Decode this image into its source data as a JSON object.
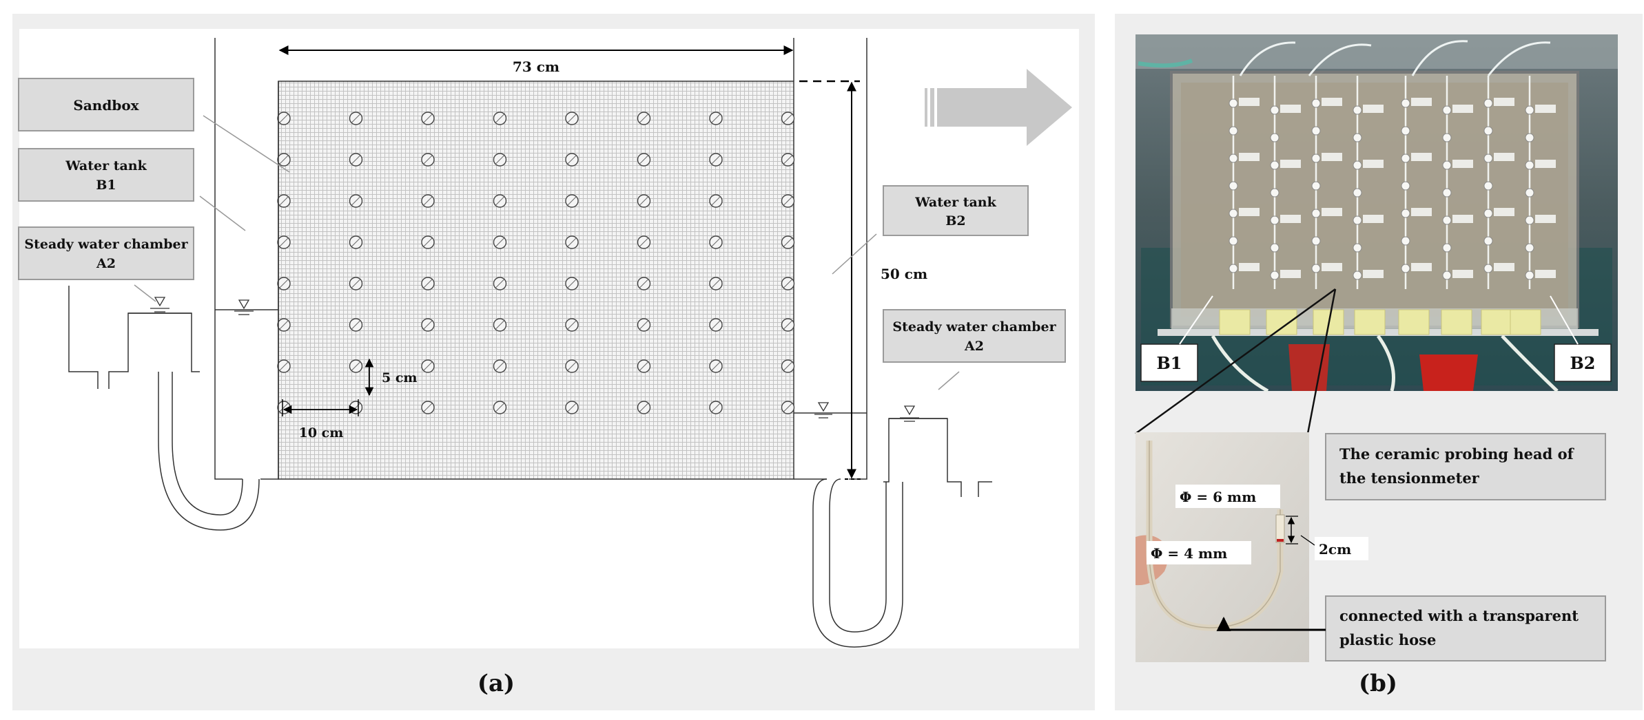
{
  "panel_a": {
    "caption": "(a)",
    "labels": {
      "sandbox": "Sandbox",
      "tank_b1_line1": "Water tank",
      "tank_b1_line2": "B1",
      "chamber_left_line1": "Steady water chamber",
      "chamber_left_line2": "A2",
      "tank_b2_line1": "Water tank",
      "tank_b2_line2": "B2",
      "chamber_right_line1": "Steady water chamber",
      "chamber_right_line2": "A2"
    },
    "dimensions": {
      "width": "73 cm",
      "height": "50 cm",
      "vertical_spacing": "5 cm",
      "horizontal_spacing": "10 cm"
    },
    "grid": {
      "columns": 8,
      "rows": 8
    }
  },
  "panel_b": {
    "caption": "(b)",
    "photo_labels": {
      "left": "B1",
      "right": "B2"
    },
    "probe": {
      "title_line1": "The ceramic probing head of",
      "title_line2": "the tensionmeter",
      "diameter_outer": "Φ = 6 mm",
      "diameter_inner": "Φ = 4 mm",
      "length": "2cm",
      "hose_line1": "connected with a transparent",
      "hose_line2": "plastic hose"
    }
  },
  "colors": {
    "panel_bg": "#eeeeee",
    "label_box": "#dcdcdc",
    "arrow": "#c8c8c8"
  }
}
